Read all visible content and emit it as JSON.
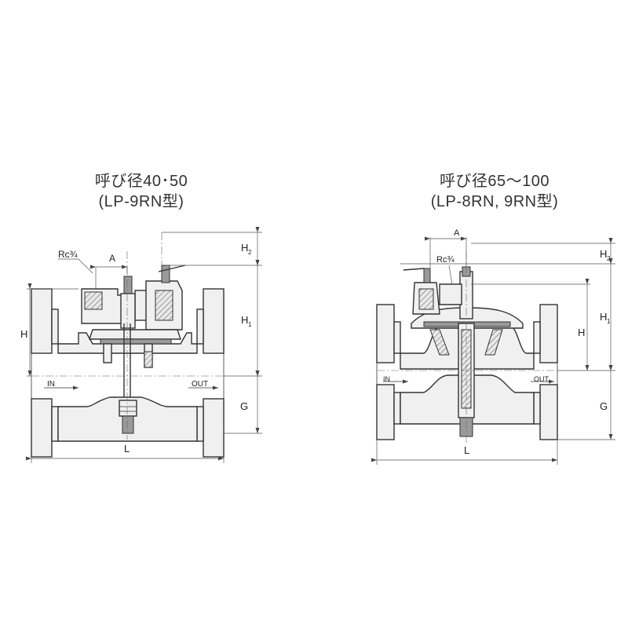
{
  "left": {
    "title_line1": "呼び径40･50",
    "title_line2": "(LP-9RN型)",
    "labels": {
      "rc": "Rc¾",
      "a": "A",
      "h": "H",
      "h1": "H",
      "h1_sub": "1",
      "h2": "H",
      "h2_sub": "2",
      "g": "G",
      "l": "L",
      "in": "IN",
      "out": "OUT"
    }
  },
  "right": {
    "title_line1": "呼び径65～100",
    "title_line2": "(LP-8RN, 9RN型)",
    "labels": {
      "rc": "Rc¾",
      "a": "A",
      "h": "H",
      "h1": "H",
      "h1_sub": "1",
      "h2": "H",
      "h2_sub": "2",
      "g": "G",
      "l": "L",
      "in": "IN",
      "out": "OUT"
    }
  }
}
